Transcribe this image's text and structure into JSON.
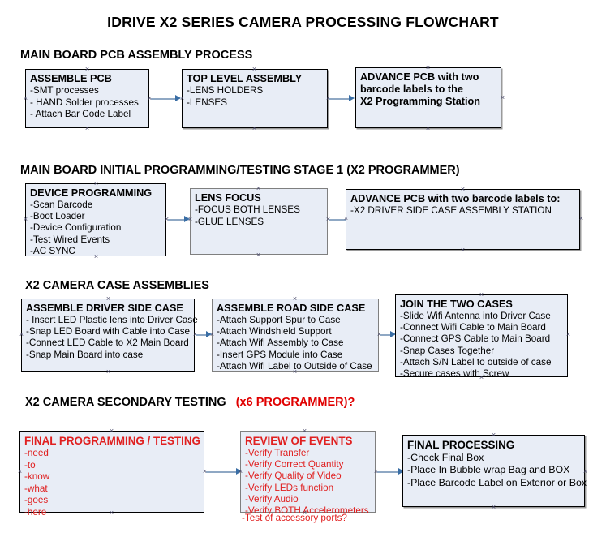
{
  "document": {
    "title": "IDRIVE X2  SERIES CAMERA PROCESSING FLOWCHART"
  },
  "sections": [
    {
      "id": "main-board-pcb-assembly-process",
      "heading": "MAIN BOARD PCB ASSEMBLY PROCESS",
      "heading_suffix": "",
      "boxes": [
        {
          "id": "assemble-pcb",
          "title": "ASSEMBLE PCB",
          "lines": [
            "-SMT processes",
            "- HAND Solder processes",
            "- Attach Bar Code Label"
          ]
        },
        {
          "id": "top-level-assembly",
          "title": "TOP LEVEL ASSEMBLY",
          "lines": [
            "-LENS HOLDERS",
            "-LENSES"
          ]
        },
        {
          "id": "advance-pcb-to-programming-station",
          "title": "ADVANCE PCB with two",
          "lines": [
            "barcode labels to the",
            " X2 Programming Station"
          ]
        }
      ]
    },
    {
      "id": "main-board-initial-programming",
      "heading": "MAIN BOARD INITIAL PROGRAMMING/TESTING STAGE 1 (X2 PROGRAMMER)",
      "heading_suffix": "",
      "boxes": [
        {
          "id": "device-programming",
          "title": "DEVICE PROGRAMMING",
          "lines": [
            "-Scan Barcode",
            "-Boot Loader",
            "-Device Configuration",
            "-Test Wired Events",
            "-AC SYNC"
          ]
        },
        {
          "id": "lens-focus",
          "title": "LENS FOCUS",
          "lines": [
            "-FOCUS BOTH LENSES",
            "-GLUE LENSES"
          ]
        },
        {
          "id": "advance-pcb-to-driver-side-case",
          "title": "ADVANCE PCB with two barcode labels to:",
          "lines": [
            "-X2 DRIVER  SIDE  CASE  ASSEMBLY STATION"
          ]
        }
      ]
    },
    {
      "id": "x2-camera-case-assemblies",
      "heading": "X2 CAMERA CASE ASSEMBLIES",
      "heading_suffix": "",
      "boxes": [
        {
          "id": "assemble-driver-side-case",
          "title": "ASSEMBLE DRIVER SIDE CASE",
          "lines": [
            "- Insert LED Plastic lens into Driver Case",
            "-Snap LED Board with Cable into Case",
            "-Connect LED Cable to X2 Main Board",
            "-Snap Main Board into case"
          ]
        },
        {
          "id": "assemble-road-side-case",
          "title": "ASSEMBLE ROAD SIDE CASE",
          "lines": [
            "-Attach Support Spur to Case",
            "-Attach Windshield Support",
            "-Attach Wifi Assembly to Case",
            "-Insert GPS Module into Case",
            "-Attach Wifi Label to Outside of Case"
          ]
        },
        {
          "id": "join-the-two-cases",
          "title": "JOIN THE TWO CASES",
          "lines": [
            "-Slide Wifi Antenna into Driver Case",
            "-Connect Wifi Cable to Main Board",
            "-Connect GPS Cable to Main Board",
            "-Snap Cases Together",
            "-Attach S/N Label to outside of case",
            "-Secure cases with Screw"
          ]
        }
      ]
    },
    {
      "id": "x2-camera-secondary-testing",
      "heading": "X2 CAMERA SECONDARY TESTING",
      "heading_suffix": "(x6 PROGRAMMER)?",
      "boxes": [
        {
          "id": "final-programming-testing",
          "title": "FINAL PROGRAMMING / TESTING",
          "lines": [
            "-need",
            "-to",
            "-know",
            "-what",
            "-goes",
            "-here"
          ]
        },
        {
          "id": "review-of-events",
          "title": "REVIEW OF EVENTS",
          "lines": [
            "-Verify Transfer",
            "-Verify Correct Quantity",
            "-Verify Quality of Video",
            "-Verify LEDs function",
            "-Verify Audio",
            "-Verify BOTH Accelerometers"
          ],
          "overflow_line": "-Test of accessory ports?"
        },
        {
          "id": "final-processing",
          "title": "FINAL PROCESSING",
          "lines": [
            " -Check Final Box",
            "-Place In Bubble wrap Bag and BOX",
            "-Place Barcode Label on Exterior or Box"
          ]
        }
      ]
    }
  ],
  "colors": {
    "box_fill": "#e8edf6",
    "box_border_dark": "#000000",
    "box_border_gray": "#7f7f7f",
    "connector": "#8fa8c4",
    "connector_head": "#3a6ea5",
    "red_text": "#e02020",
    "heading_text": "#000000"
  }
}
